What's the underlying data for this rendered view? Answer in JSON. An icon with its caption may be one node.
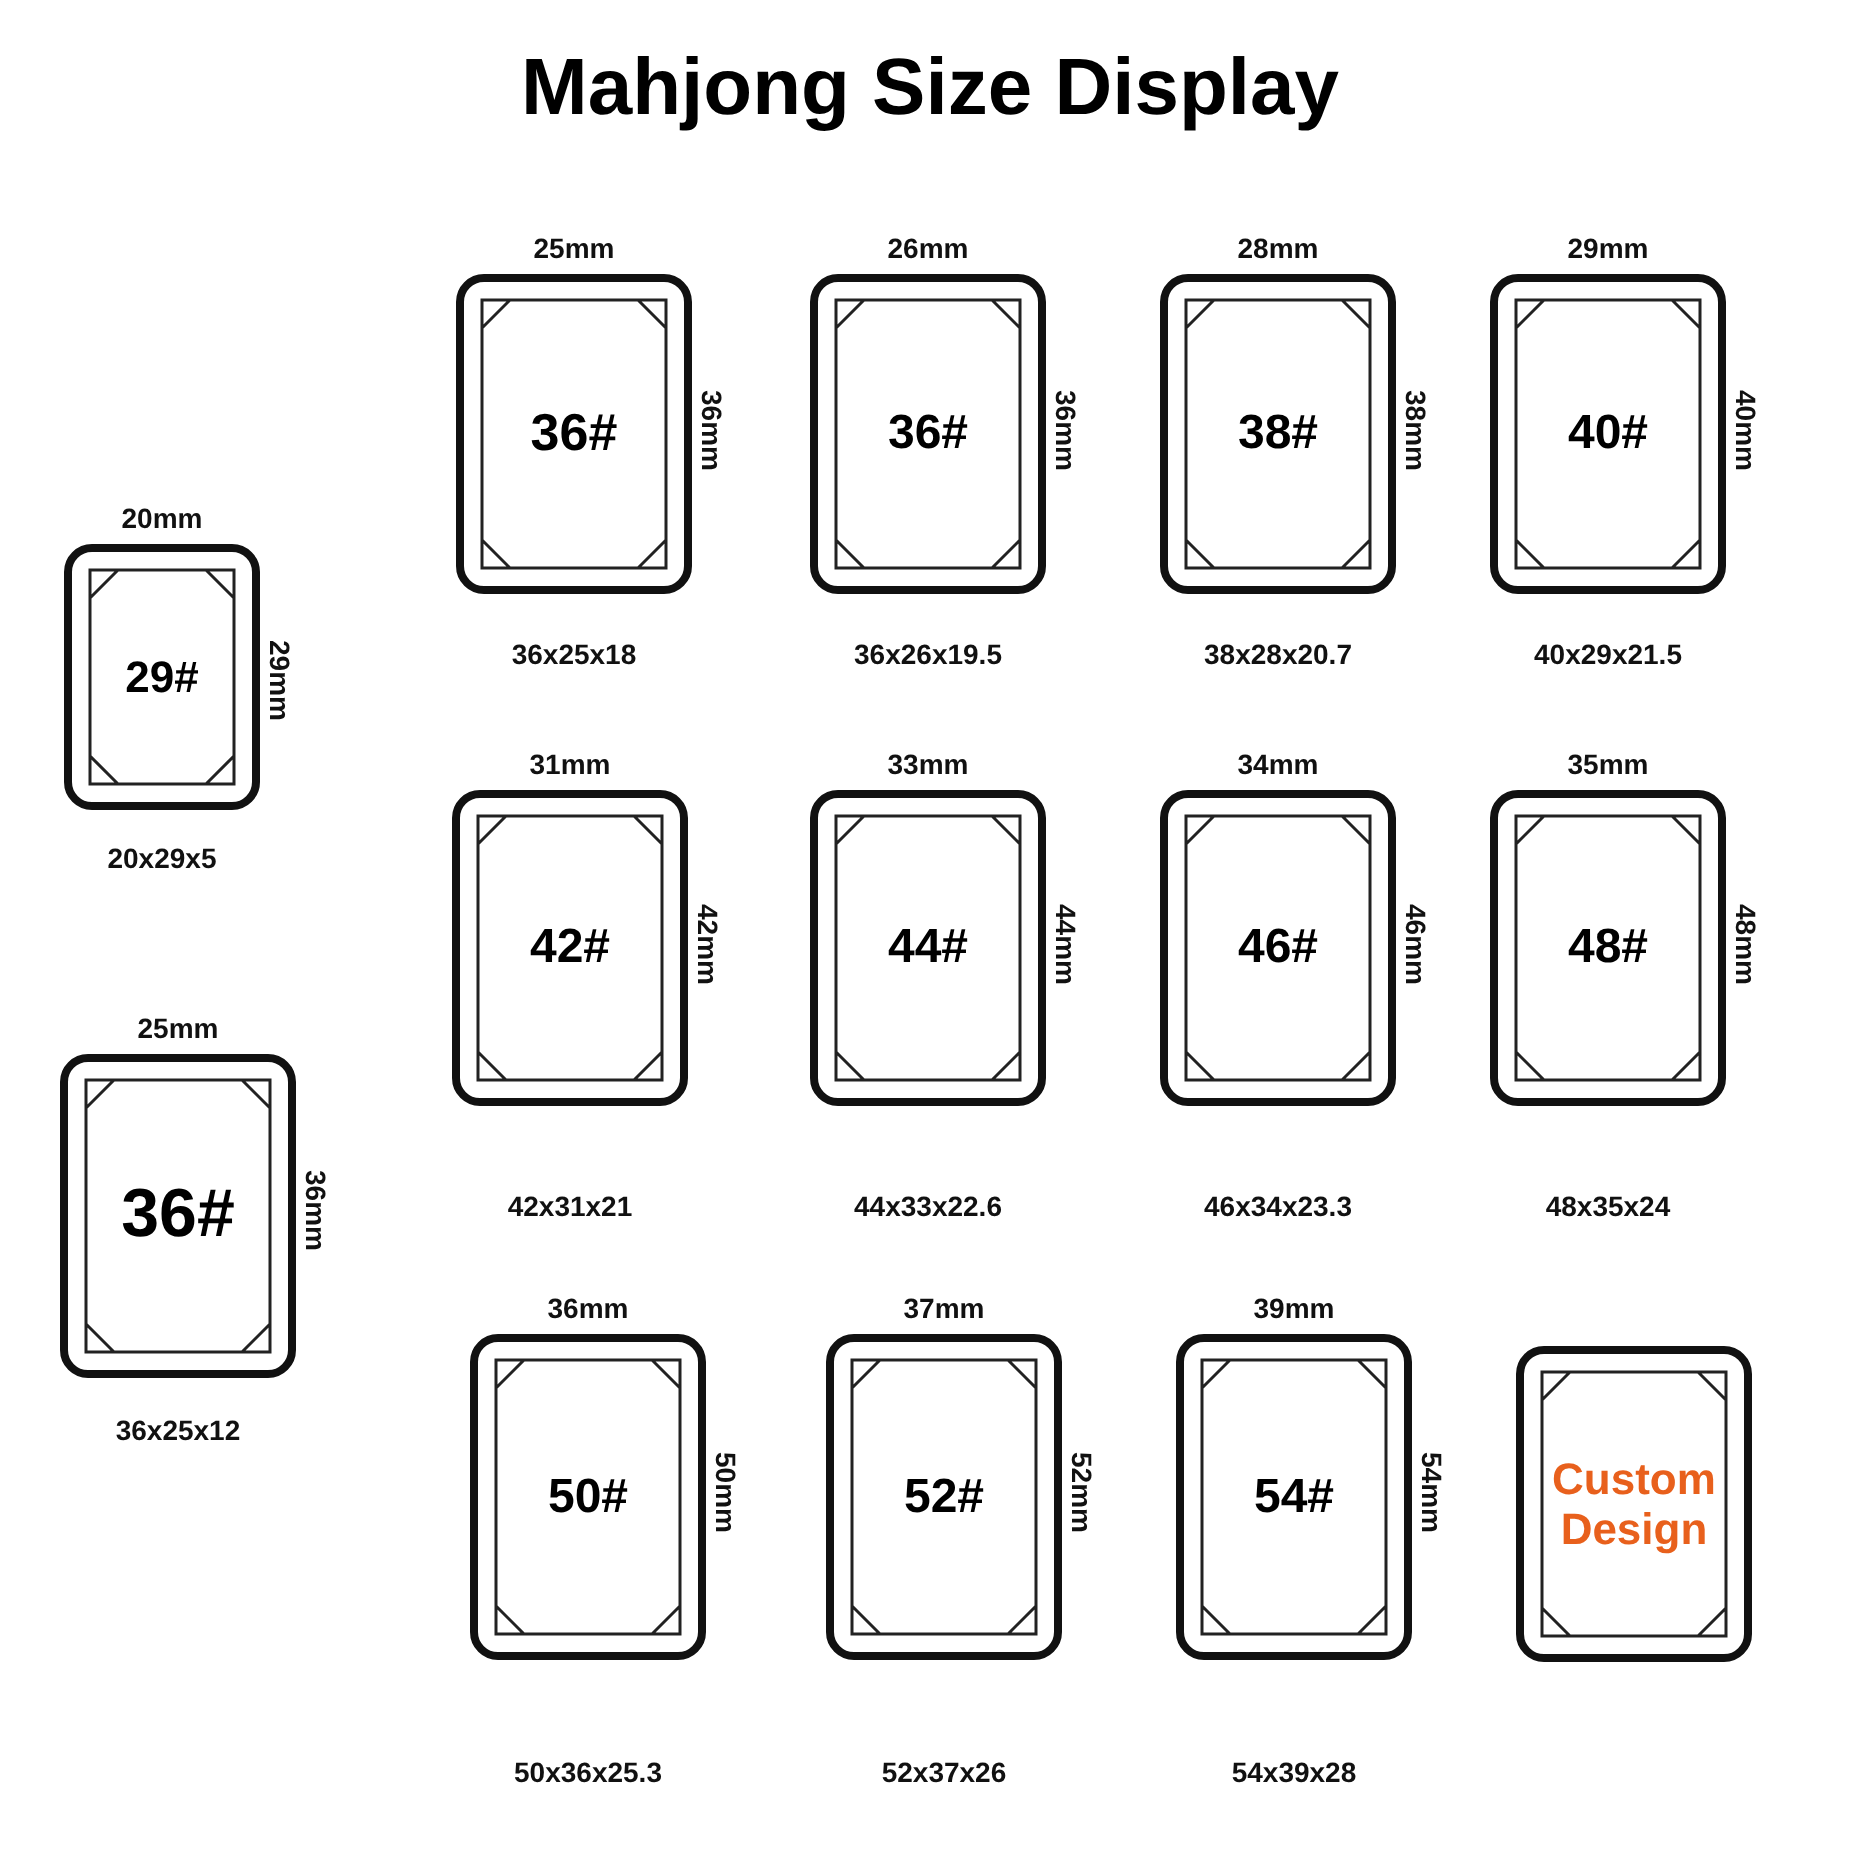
{
  "diagram": {
    "title": "Mahjong Size Display",
    "nodes": [
      {
        "text": [
          "36#"
        ],
        "beside": [
          "25mm",
          "36mm",
          "36x25x18"
        ]
      },
      {
        "text": [
          "36#"
        ],
        "beside": [
          "26mm",
          "36mm",
          "36x26x19.5"
        ]
      },
      {
        "text": [
          "38#"
        ],
        "beside": [
          "28mm",
          "38mm",
          "38x28x20.7"
        ]
      },
      {
        "text": [
          "40#"
        ],
        "beside": [
          "29mm",
          "40mm",
          "40x29x21.5"
        ]
      },
      {
        "text": [
          "29#"
        ],
        "beside": [
          "20mm",
          "29mm",
          "20x29x5"
        ]
      },
      {
        "text": [
          "42#"
        ],
        "beside": [
          "31mm",
          "42mm",
          "42x31x21"
        ]
      },
      {
        "text": [
          "44#"
        ],
        "beside": [
          "33mm",
          "44mm",
          "44x33x22.6"
        ]
      },
      {
        "text": [
          "46#"
        ],
        "beside": [
          "34mm",
          "46mm",
          "46x34x23.3"
        ]
      },
      {
        "text": [
          "48#"
        ],
        "beside": [
          "35mm",
          "48mm",
          "48x35x24"
        ]
      },
      {
        "text": [
          "36#"
        ],
        "beside": [
          "25mm",
          "36mm",
          "36x25x12"
        ]
      },
      {
        "text": [
          "50#"
        ],
        "beside": [
          "36mm",
          "50mm",
          "50x36x25.3"
        ]
      },
      {
        "text": [
          "52#"
        ],
        "beside": [
          "37mm",
          "52mm",
          "52x37x26"
        ]
      },
      {
        "text": [
          "54#"
        ],
        "beside": [
          "39mm",
          "54mm",
          "54x39x28"
        ]
      },
      {
        "text": [
          "Custom Design"
        ]
      }
    ]
  }
}
